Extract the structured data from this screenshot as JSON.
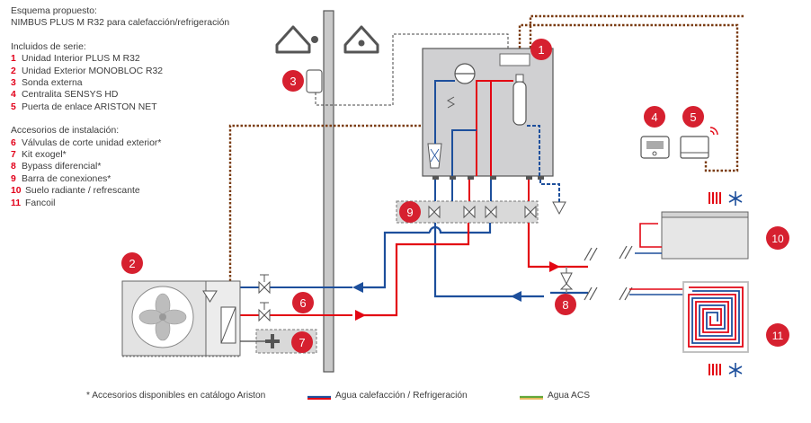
{
  "header": {
    "line1": "Esquema propuesto:",
    "line2": "NIMBUS PLUS M R32 para calefacción/refrigeración"
  },
  "included": {
    "title": "Incluidos de serie:",
    "items": [
      {
        "num": "1",
        "label": "Unidad Interior PLUS M R32"
      },
      {
        "num": "2",
        "label": "Unidad Exterior MONOBLOC R32"
      },
      {
        "num": "3",
        "label": "Sonda externa"
      },
      {
        "num": "4",
        "label": "Centralita SENSYS HD"
      },
      {
        "num": "5",
        "label": "Puerta de enlace ARISTON NET"
      }
    ]
  },
  "accessories": {
    "title": "Accesorios de instalación:",
    "items": [
      {
        "num": "6",
        "label": "Válvulas de corte unidad exterior*"
      },
      {
        "num": "7",
        "label": "Kit exogel*"
      },
      {
        "num": "8",
        "label": "Bypass diferencial*"
      },
      {
        "num": "9",
        "label": "Barra de conexiones*"
      },
      {
        "num": "10",
        "label": "Suelo radiante / refrescante"
      },
      {
        "num": "11",
        "label": "Fancoil"
      }
    ]
  },
  "badges": {
    "b1": "1",
    "b2": "2",
    "b3": "3",
    "b4": "4",
    "b5": "5",
    "b6": "6",
    "b7": "7",
    "b8": "8",
    "b9": "9",
    "b10": "10",
    "b11": "11"
  },
  "footer": {
    "note": "* Accesorios disponibles en catálogo Ariston",
    "legend_heating": "Agua calefacción / Refrigeración",
    "legend_acs": "Agua ACS"
  },
  "icons": [
    "house-outdoor-icon",
    "house-indoor-icon",
    "fan-icon",
    "snowflake-icon",
    "radiator-icon",
    "wifi-icon"
  ],
  "colors": {
    "hot": "#e30613",
    "cold": "#1d4f9c",
    "acs": "#62a83a",
    "cable": "#7a3b10",
    "badge": "#d6202f"
  }
}
